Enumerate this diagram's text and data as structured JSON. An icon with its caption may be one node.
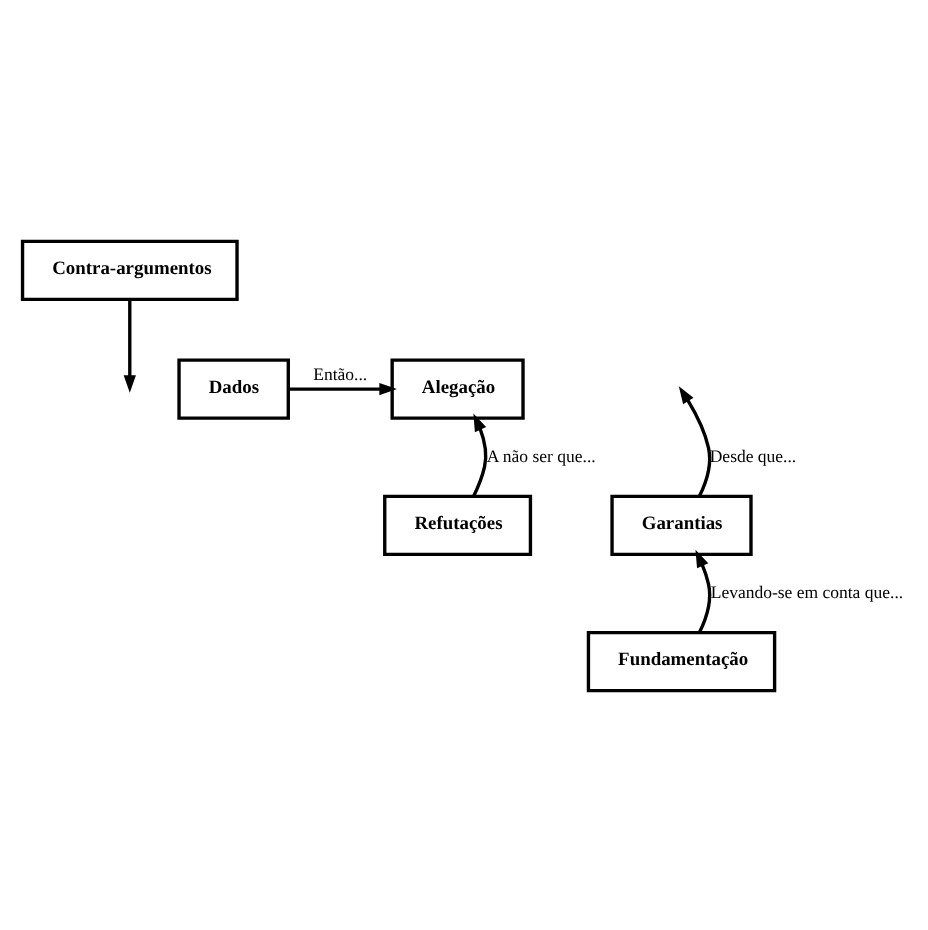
{
  "diagram": {
    "nodes": [
      {
        "text": [
          "Contra-argumentos"
        ]
      },
      {
        "text": [
          "Dados"
        ]
      },
      {
        "text": [
          "Alegação"
        ]
      },
      {
        "text": [
          "Garantias"
        ]
      },
      {
        "text": [
          "Refutações"
        ]
      },
      {
        "text": [
          "Fundamentação"
        ]
      }
    ],
    "edges": [
      {
        "from": 1,
        "to": 2,
        "arrow": "to",
        "label": "Então..."
      },
      {
        "from": 0,
        "to": null,
        "arrow": "to"
      },
      {
        "from": 3,
        "to": null,
        "arrow": "to",
        "label": "Desde que..."
      },
      {
        "from": 4,
        "to": 2,
        "arrow": "to",
        "label": "A não ser que..."
      },
      {
        "from": 5,
        "to": 3,
        "arrow": "to",
        "label": "Levando-se em conta que..."
      }
    ]
  }
}
